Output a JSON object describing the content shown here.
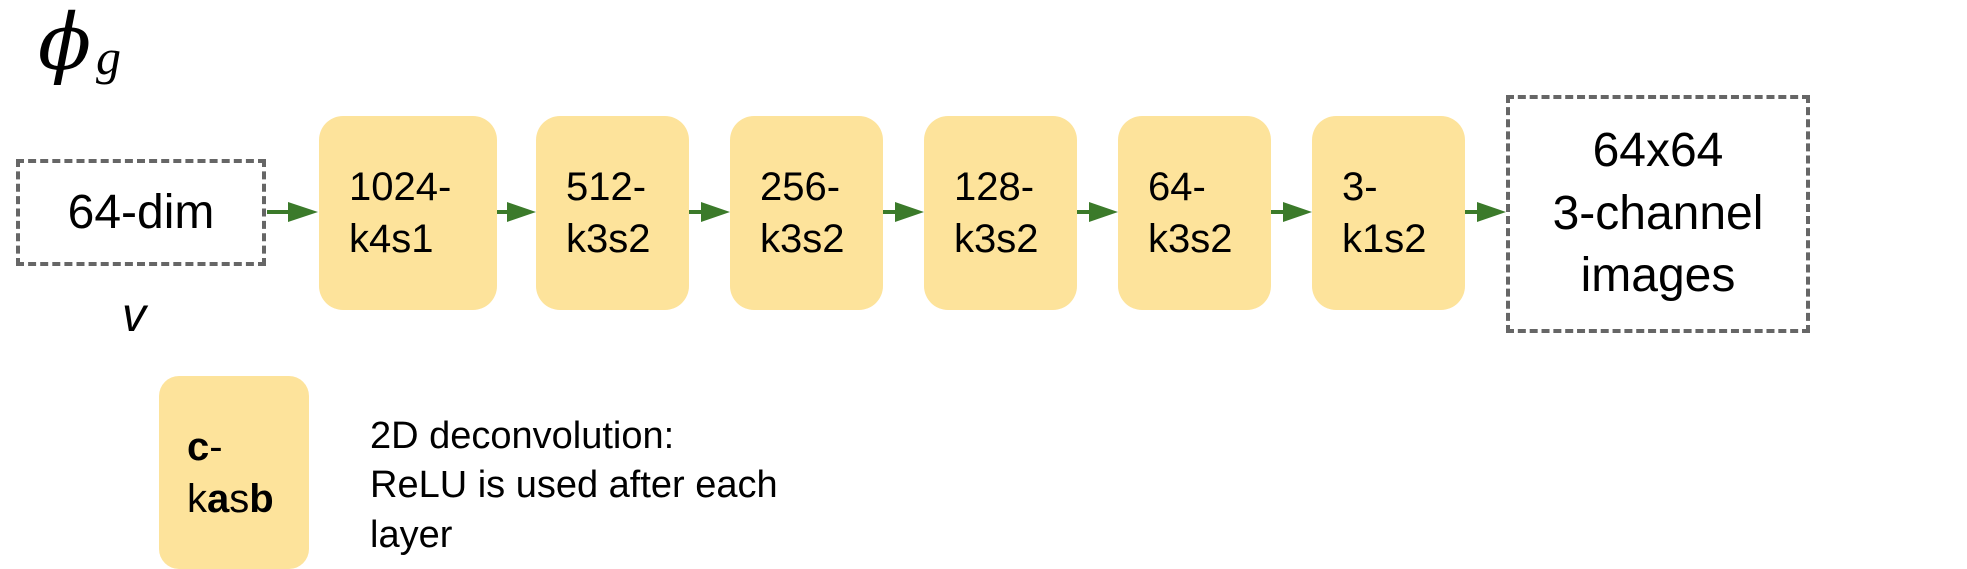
{
  "title": {
    "symbol": "ϕ",
    "subscript": "g"
  },
  "input": {
    "label": "64-dim",
    "variable": "v"
  },
  "layers": [
    {
      "line1": "1024-",
      "line2": "k4s1"
    },
    {
      "line1": "512-",
      "line2": "k3s2"
    },
    {
      "line1": "256-",
      "line2": "k3s2"
    },
    {
      "line1": "128-",
      "line2": "k3s2"
    },
    {
      "line1": "64-",
      "line2": "k3s2"
    },
    {
      "line1": "3-",
      "line2": "k1s2"
    }
  ],
  "output": {
    "line1": "64x64",
    "line2": "3-channel",
    "line3": "images"
  },
  "legend": {
    "box": {
      "c": "c",
      "dash": "-",
      "k": "k",
      "a": "a",
      "s": "s",
      "b": "b"
    },
    "description": {
      "line1": "2D deconvolution:",
      "line2": "ReLU is used after each",
      "line3": "layer"
    }
  },
  "colors": {
    "layer_fill": "#fde39b",
    "arrow": "#3b7a2a",
    "dashed_border": "#666666"
  }
}
